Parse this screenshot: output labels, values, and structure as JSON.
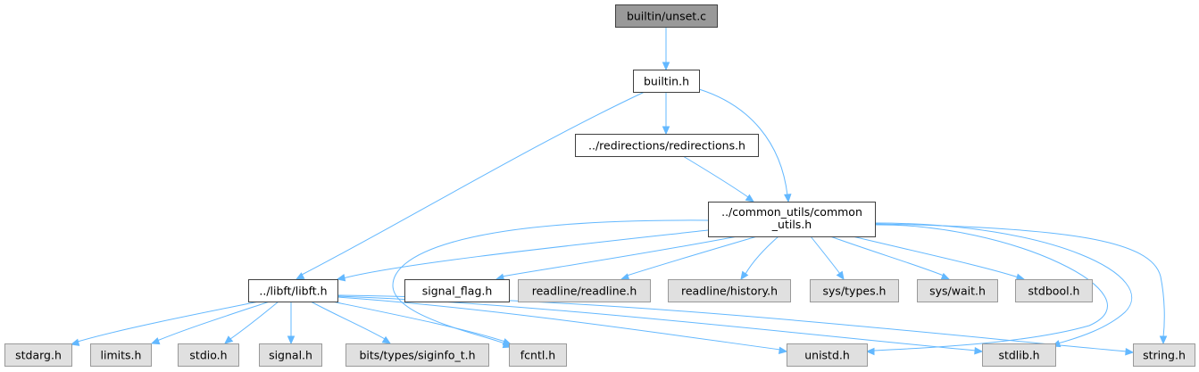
{
  "colors": {
    "root_fill": "#999999",
    "internal_fill": "#ffffff",
    "external_fill": "#e0e0e0",
    "border_dark": "#404040",
    "border_light": "#999999",
    "edge": "#63b8ff"
  },
  "nodes": {
    "root": {
      "label": "builtin/unset.c",
      "kind": "root"
    },
    "builtin_h": {
      "label": "builtin.h",
      "kind": "internal"
    },
    "redirections_h": {
      "label": "../redirections/redirections.h",
      "kind": "internal"
    },
    "common_utils_h": {
      "lines": [
        "../common_utils/common",
        "_utils.h"
      ],
      "kind": "internal"
    },
    "libft_h": {
      "label": "../libft/libft.h",
      "kind": "internal"
    },
    "signal_flag_h": {
      "label": "signal_flag.h",
      "kind": "internal"
    },
    "readline_h": {
      "label": "readline/readline.h",
      "kind": "external"
    },
    "history_h": {
      "label": "readline/history.h",
      "kind": "external"
    },
    "sys_types_h": {
      "label": "sys/types.h",
      "kind": "external"
    },
    "sys_wait_h": {
      "label": "sys/wait.h",
      "kind": "external"
    },
    "stdbool_h": {
      "label": "stdbool.h",
      "kind": "external"
    },
    "stdarg_h": {
      "label": "stdarg.h",
      "kind": "external"
    },
    "limits_h": {
      "label": "limits.h",
      "kind": "external"
    },
    "stdio_h": {
      "label": "stdio.h",
      "kind": "external"
    },
    "signal_h": {
      "label": "signal.h",
      "kind": "external"
    },
    "siginfo_h": {
      "label": "bits/types/siginfo_t.h",
      "kind": "external"
    },
    "fcntl_h": {
      "label": "fcntl.h",
      "kind": "external"
    },
    "unistd_h": {
      "label": "unistd.h",
      "kind": "external"
    },
    "stdlib_h": {
      "label": "stdlib.h",
      "kind": "external"
    },
    "string_h": {
      "label": "string.h",
      "kind": "external"
    }
  },
  "edges": [
    {
      "from": "root",
      "to": "builtin_h"
    },
    {
      "from": "builtin_h",
      "to": "redirections_h"
    },
    {
      "from": "builtin_h",
      "to": "common_utils_h"
    },
    {
      "from": "builtin_h",
      "to": "libft_h"
    },
    {
      "from": "redirections_h",
      "to": "common_utils_h"
    },
    {
      "from": "common_utils_h",
      "to": "libft_h"
    },
    {
      "from": "common_utils_h",
      "to": "signal_flag_h"
    },
    {
      "from": "common_utils_h",
      "to": "readline_h"
    },
    {
      "from": "common_utils_h",
      "to": "history_h"
    },
    {
      "from": "common_utils_h",
      "to": "sys_types_h"
    },
    {
      "from": "common_utils_h",
      "to": "sys_wait_h"
    },
    {
      "from": "common_utils_h",
      "to": "stdbool_h"
    },
    {
      "from": "common_utils_h",
      "to": "fcntl_h"
    },
    {
      "from": "common_utils_h",
      "to": "unistd_h"
    },
    {
      "from": "common_utils_h",
      "to": "stdlib_h"
    },
    {
      "from": "common_utils_h",
      "to": "string_h"
    },
    {
      "from": "libft_h",
      "to": "stdarg_h"
    },
    {
      "from": "libft_h",
      "to": "limits_h"
    },
    {
      "from": "libft_h",
      "to": "stdio_h"
    },
    {
      "from": "libft_h",
      "to": "signal_h"
    },
    {
      "from": "libft_h",
      "to": "siginfo_h"
    },
    {
      "from": "libft_h",
      "to": "fcntl_h"
    },
    {
      "from": "libft_h",
      "to": "unistd_h"
    },
    {
      "from": "libft_h",
      "to": "stdlib_h"
    },
    {
      "from": "libft_h",
      "to": "string_h"
    }
  ]
}
